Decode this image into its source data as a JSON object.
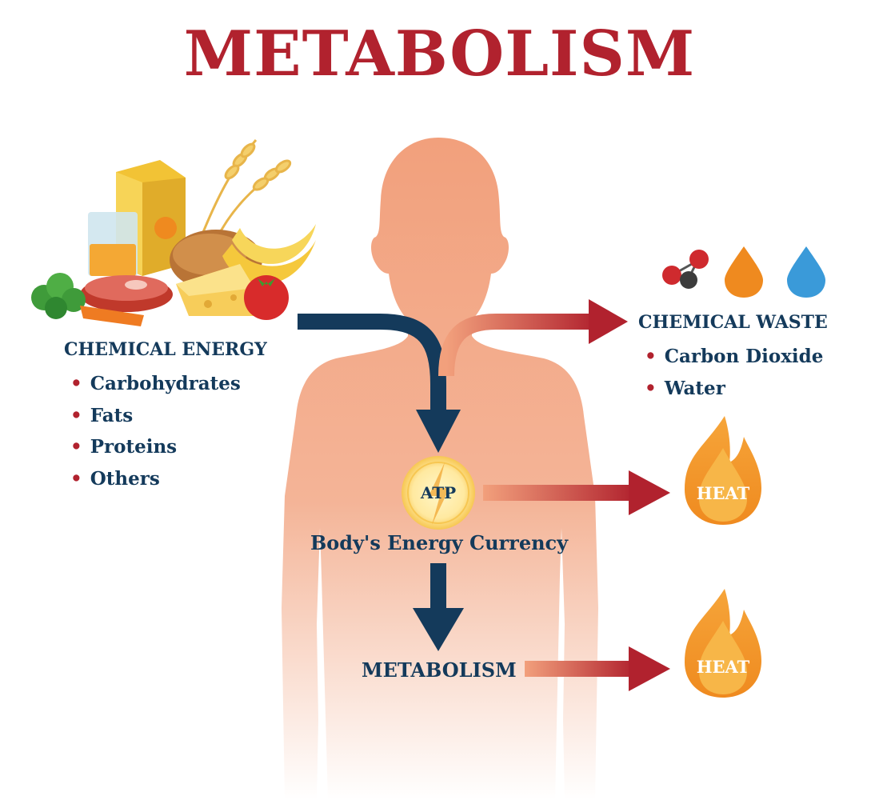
{
  "title": "METABOLISM",
  "input": {
    "heading": "CHEMICAL ENERGY",
    "items": [
      "Carbohydrates",
      "Fats",
      "Proteins",
      "Others"
    ]
  },
  "waste": {
    "heading": "CHEMICAL WASTE",
    "items": [
      "Carbon Dioxide",
      "Water"
    ]
  },
  "atp": {
    "label": "ATP",
    "caption": "Body's Energy Currency"
  },
  "output": {
    "label": "METABOLISM"
  },
  "heat": [
    "HEAT",
    "HEAT"
  ],
  "colors": {
    "title": "#b1222e",
    "text": "#143a5b",
    "bullet": "#b1222e",
    "body": "#f2a37f",
    "arrow_dark": "#143a5b",
    "arrow_red": "#b1222e",
    "flame": "#f29a2e",
    "water_drop": "#3a9ad9"
  },
  "icons": [
    "food-group-icon",
    "molecule-icon",
    "orange-drop-icon",
    "water-drop-icon",
    "flame-icon",
    "atp-bolt-icon"
  ]
}
